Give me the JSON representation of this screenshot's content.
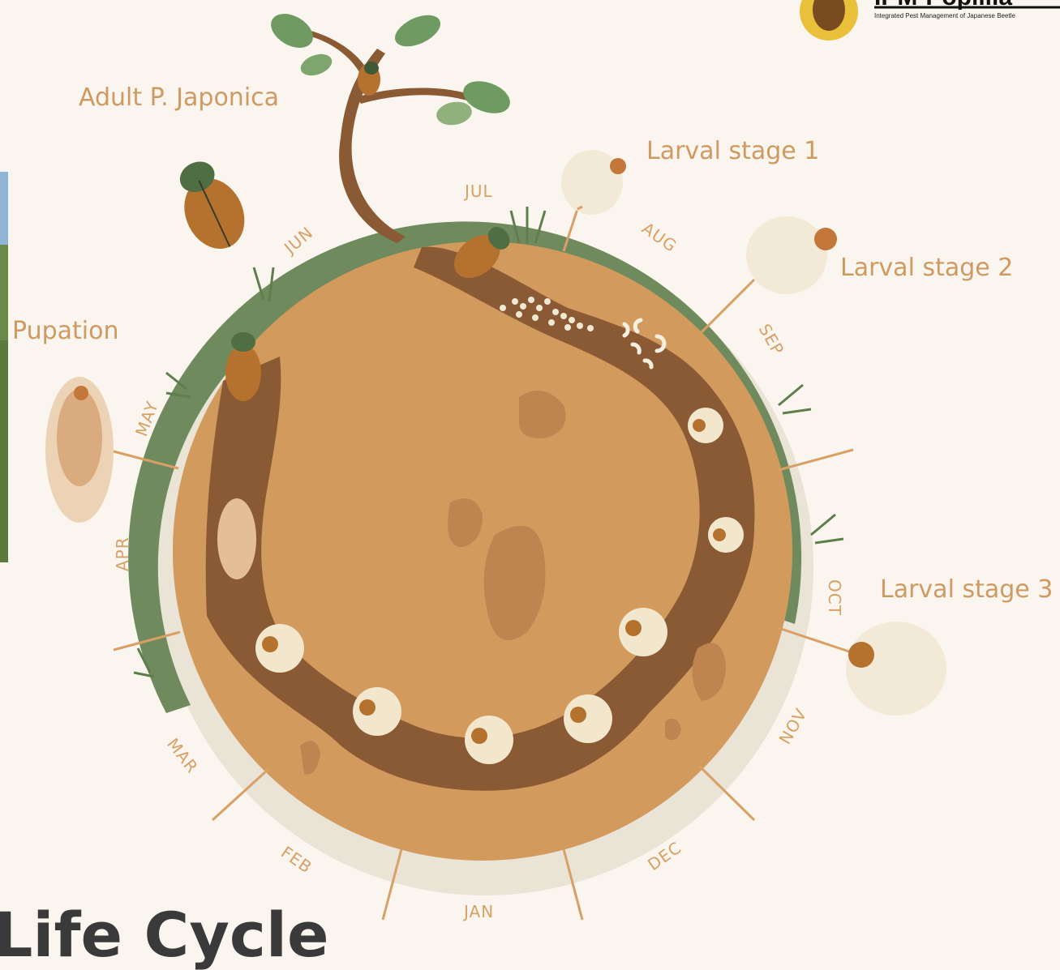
{
  "title": "Life Cycle",
  "logo": {
    "name": "IPM-Popillia",
    "visible_text": "IPM-Popillia",
    "subtitle": "Integrated Pest Management of Japanese Beetle"
  },
  "stages": {
    "adult": "Adult P. Japonica",
    "larval1": "Larval stage 1",
    "larval2": "Larval stage 2",
    "larval3": "Larval stage 3",
    "pupation": "Pupation"
  },
  "months": {
    "jan": "JAN",
    "feb": "FEB",
    "mar": "MAR",
    "apr": "APR",
    "may": "MAY",
    "jun": "JUN",
    "jul": "JUL",
    "aug": "AUG",
    "sep": "SEP",
    "oct": "OCT",
    "nov": "NOV",
    "dec": "DEC"
  },
  "colors": {
    "background": "#faf5ee",
    "soil": "#d39a5e",
    "tunnel": "#8a5a35",
    "grass_ring": "#6f8a5d",
    "pale_ring": "#e9e4d6",
    "label": "#cf9a62",
    "title": "#3a3a3a"
  }
}
